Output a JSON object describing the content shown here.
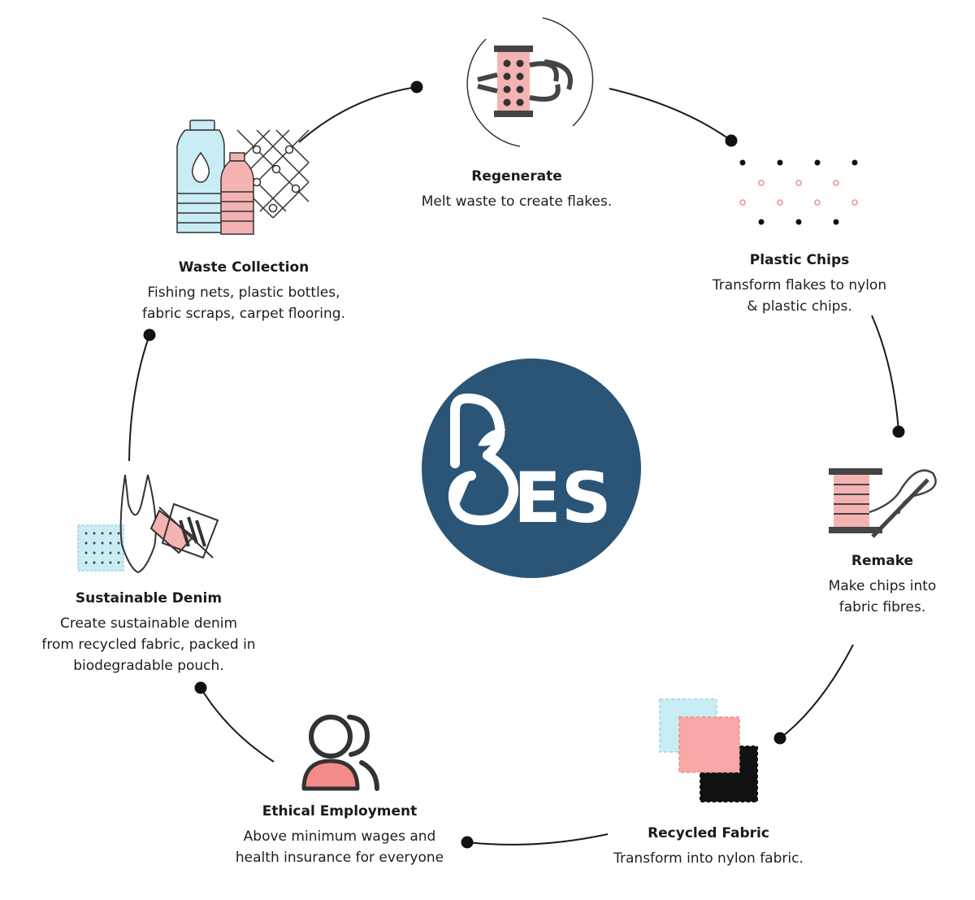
{
  "center": {
    "logo_text": "ES",
    "color": "#2b5577"
  },
  "colors": {
    "pink": "#f4b3b3",
    "coral": "#f48b8b",
    "blue": "#c9ecf5",
    "dark": "#3b3b3b",
    "line": "#1a1a1a"
  },
  "steps": [
    {
      "id": "regenerate",
      "title": "Regenerate",
      "desc": "Melt waste to create flakes.",
      "icon": "extruder-icon"
    },
    {
      "id": "plastic-chips",
      "title": "Plastic Chips",
      "desc": "Transform flakes to nylon\n& plastic chips.",
      "icon": "chips-icon"
    },
    {
      "id": "remake",
      "title": "Remake",
      "desc": "Make chips into\nfabric fibres.",
      "icon": "thread-spool-icon"
    },
    {
      "id": "recycled-fabric",
      "title": "Recycled Fabric",
      "desc": "Transform into nylon fabric.",
      "icon": "fabric-swatches-icon"
    },
    {
      "id": "ethical-employment",
      "title": "Ethical Employment",
      "desc": "Above minimum wages and\nhealth insurance for everyone",
      "icon": "people-icon"
    },
    {
      "id": "sustainable-denim",
      "title": "Sustainable Denim",
      "desc": "Create sustainable denim\nfrom recycled fabric, packed in\nbiodegradable pouch.",
      "icon": "swimsuit-sewing-icon"
    },
    {
      "id": "waste-collection",
      "title": "Waste Collection",
      "desc": "Fishing nets, plastic bottles,\nfabric scraps, carpet flooring.",
      "icon": "bottles-net-icon"
    }
  ]
}
